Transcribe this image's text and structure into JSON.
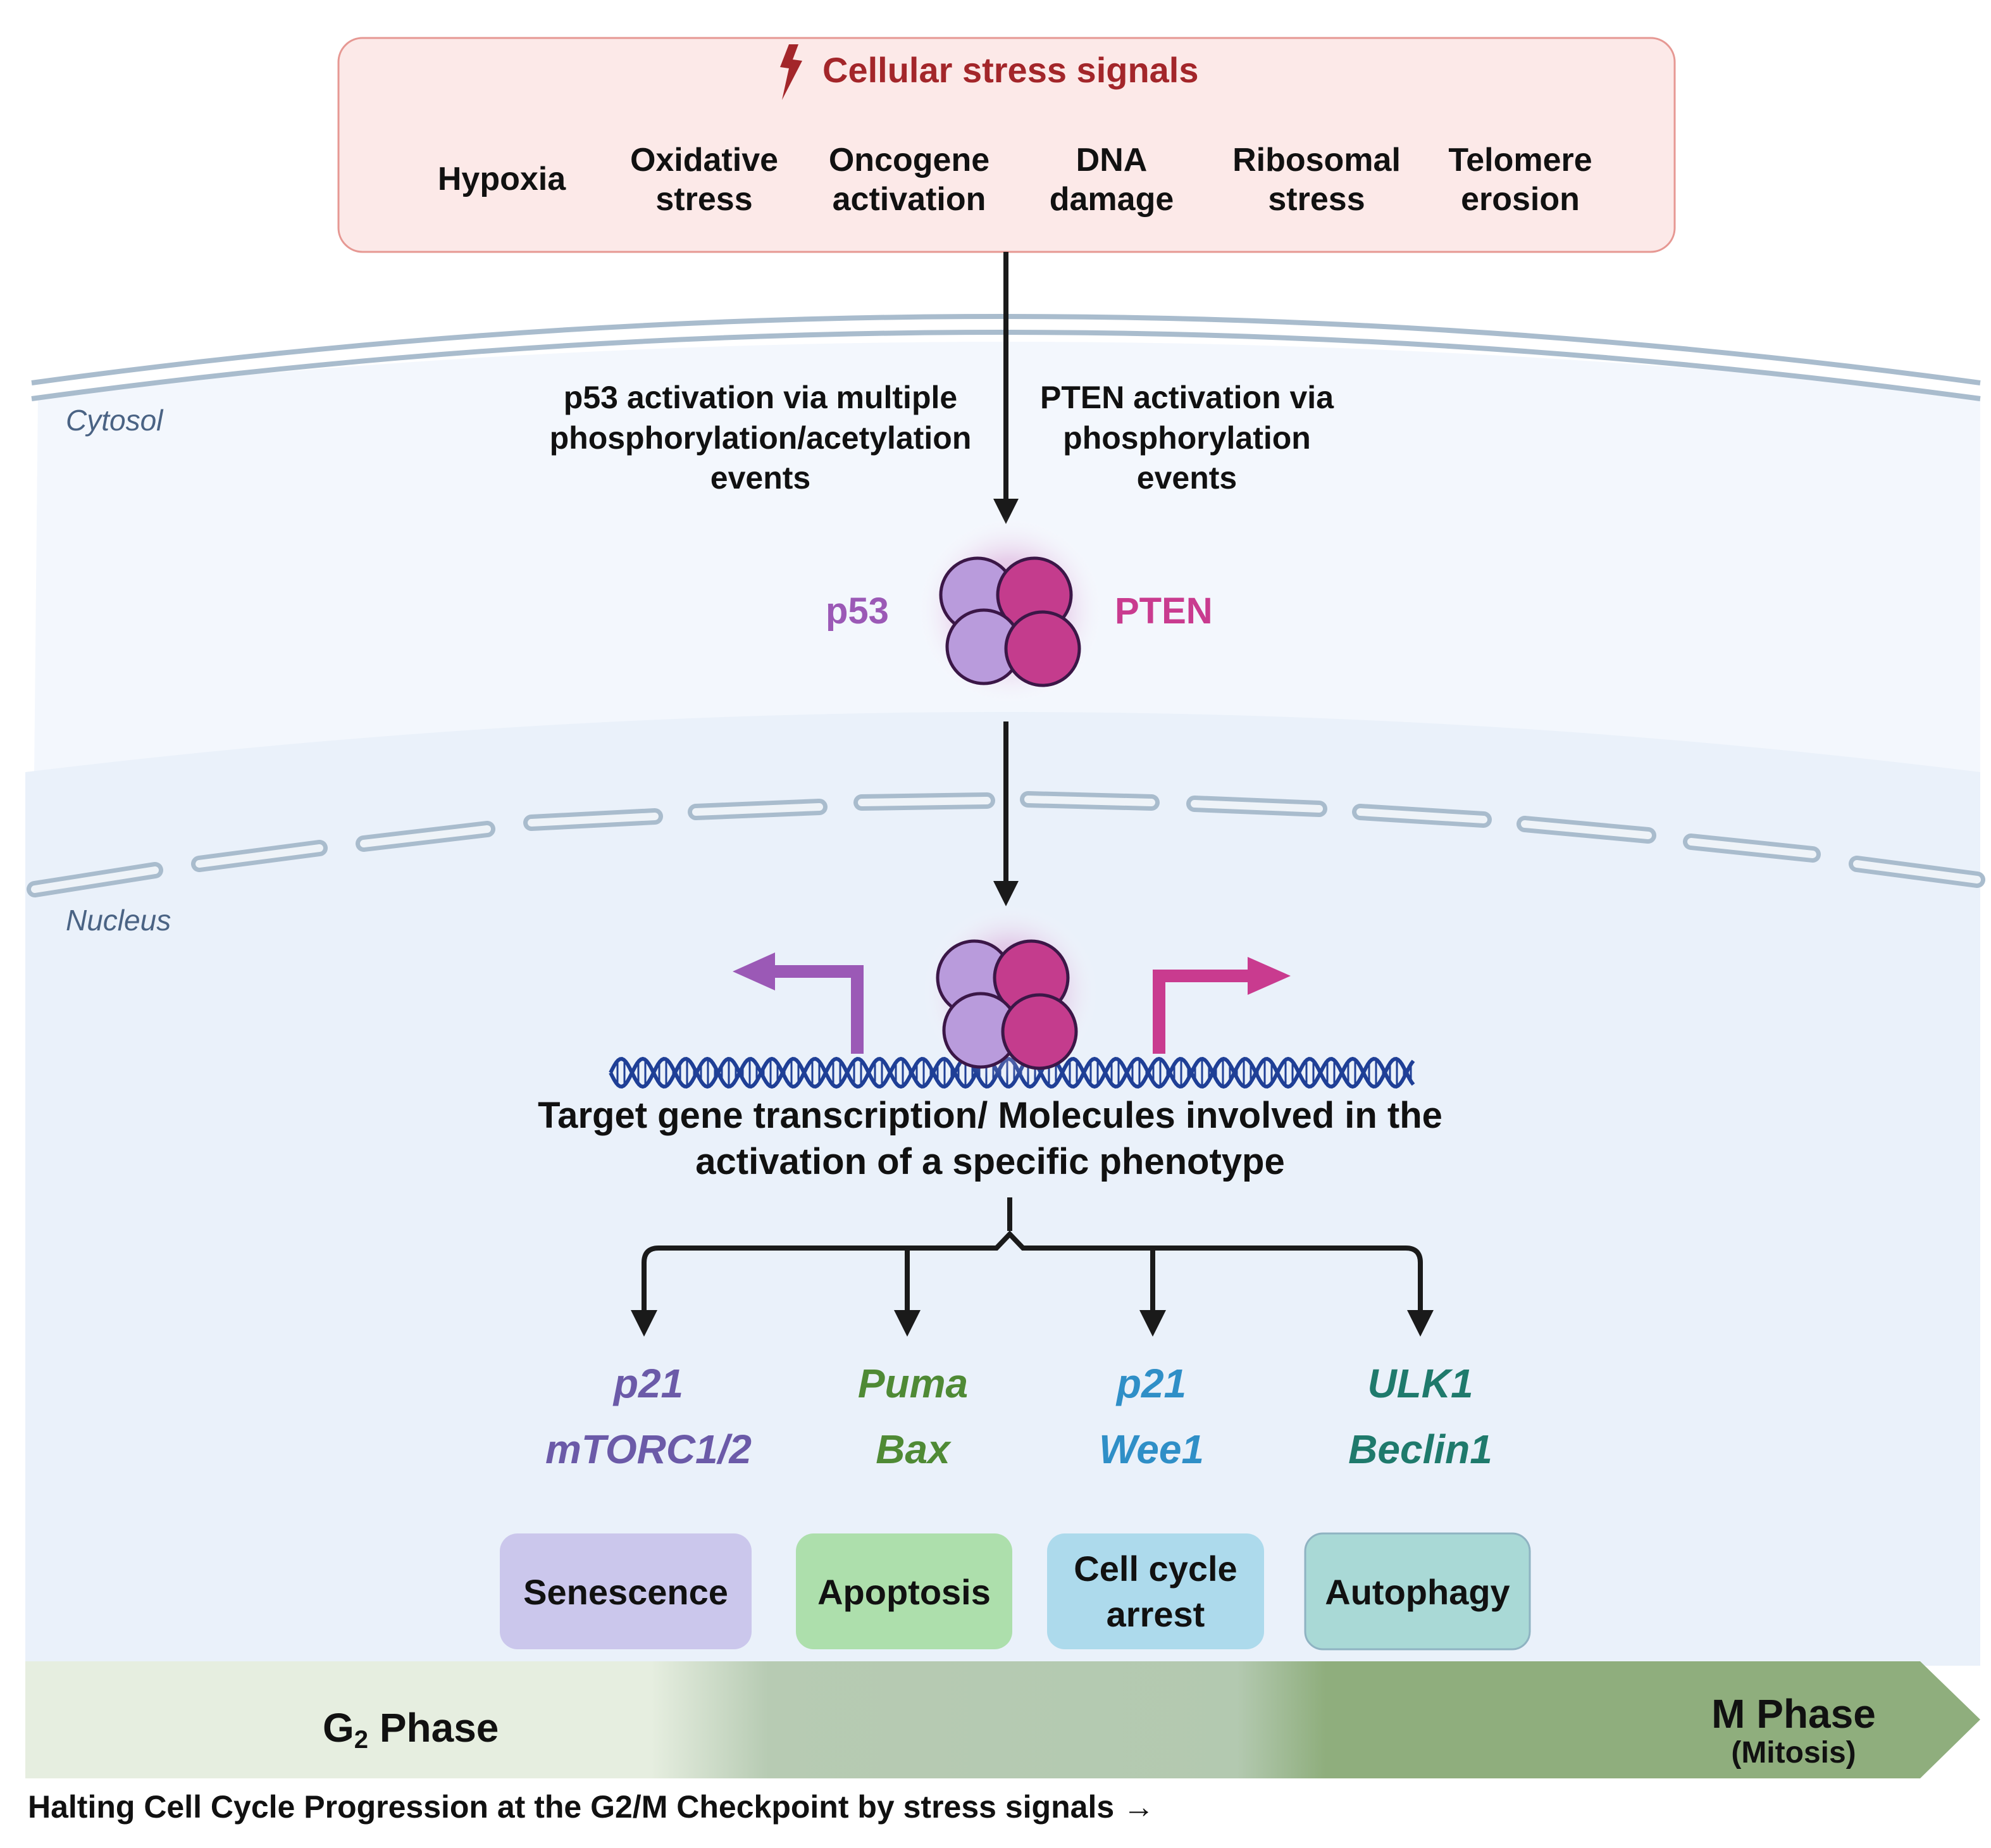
{
  "stress": {
    "title": "Cellular stress signals",
    "signals": [
      {
        "line1": "Hypoxia",
        "line2": ""
      },
      {
        "line1": "Oxidative",
        "line2": "stress"
      },
      {
        "line1": "Oncogene",
        "line2": "activation"
      },
      {
        "line1": "DNA",
        "line2": "damage"
      },
      {
        "line1": "Ribosomal",
        "line2": "stress"
      },
      {
        "line1": "Telomere",
        "line2": "erosion"
      }
    ]
  },
  "regions": {
    "cytosol": "Cytosol",
    "nucleus": "Nucleus"
  },
  "activation": {
    "p53_lines": [
      "p53 activation via multiple",
      "phosphorylation/acetylation",
      "events"
    ],
    "pten_lines": [
      "PTEN activation via",
      "phosphorylation",
      "events"
    ]
  },
  "proteins": {
    "p53": "p53",
    "pten": "PTEN"
  },
  "transcription": {
    "line1": "Target gene transcription/ Molecules involved in the",
    "line2": "activation of a specific phenotype"
  },
  "outcomes": [
    {
      "gene1": "p21",
      "gene2": "mTORC1/2",
      "phenotype_lines": [
        "Senescence"
      ],
      "gene_color": "#6b5aa8",
      "box_color": "#cbc7ec"
    },
    {
      "gene1": "Puma",
      "gene2": "Bax",
      "phenotype_lines": [
        "Apoptosis"
      ],
      "gene_color": "#4f8a35",
      "box_color": "#addfac"
    },
    {
      "gene1": "p21",
      "gene2": "Wee1",
      "phenotype_lines": [
        "Cell cycle",
        "arrest"
      ],
      "gene_color": "#2f8fc7",
      "box_color": "#addaec"
    },
    {
      "gene1": "ULK1",
      "gene2": "Beclin1",
      "phenotype_lines": [
        "Autophagy"
      ],
      "gene_color": "#1f7a6c",
      "box_color": "#a9d9d6"
    }
  ],
  "phase": {
    "g2_main": "G",
    "g2_sub": "2",
    "g2_rest": " Phase",
    "m_phase": "M Phase",
    "m_sub": "(Mitosis)"
  },
  "footer": "Halting Cell Cycle Progression at the G2/M Checkpoint by stress signals →",
  "colors": {
    "stress_title": "#a3262a",
    "stress_bg": "#fce9e8",
    "stress_border": "#e69893",
    "p53": "#9b59b6",
    "pten": "#c93b8f",
    "p53_fill": "#b99bdc",
    "pten_fill": "#c43c8d",
    "dna": "#1f3f96",
    "membrane": "#a9bccd"
  }
}
